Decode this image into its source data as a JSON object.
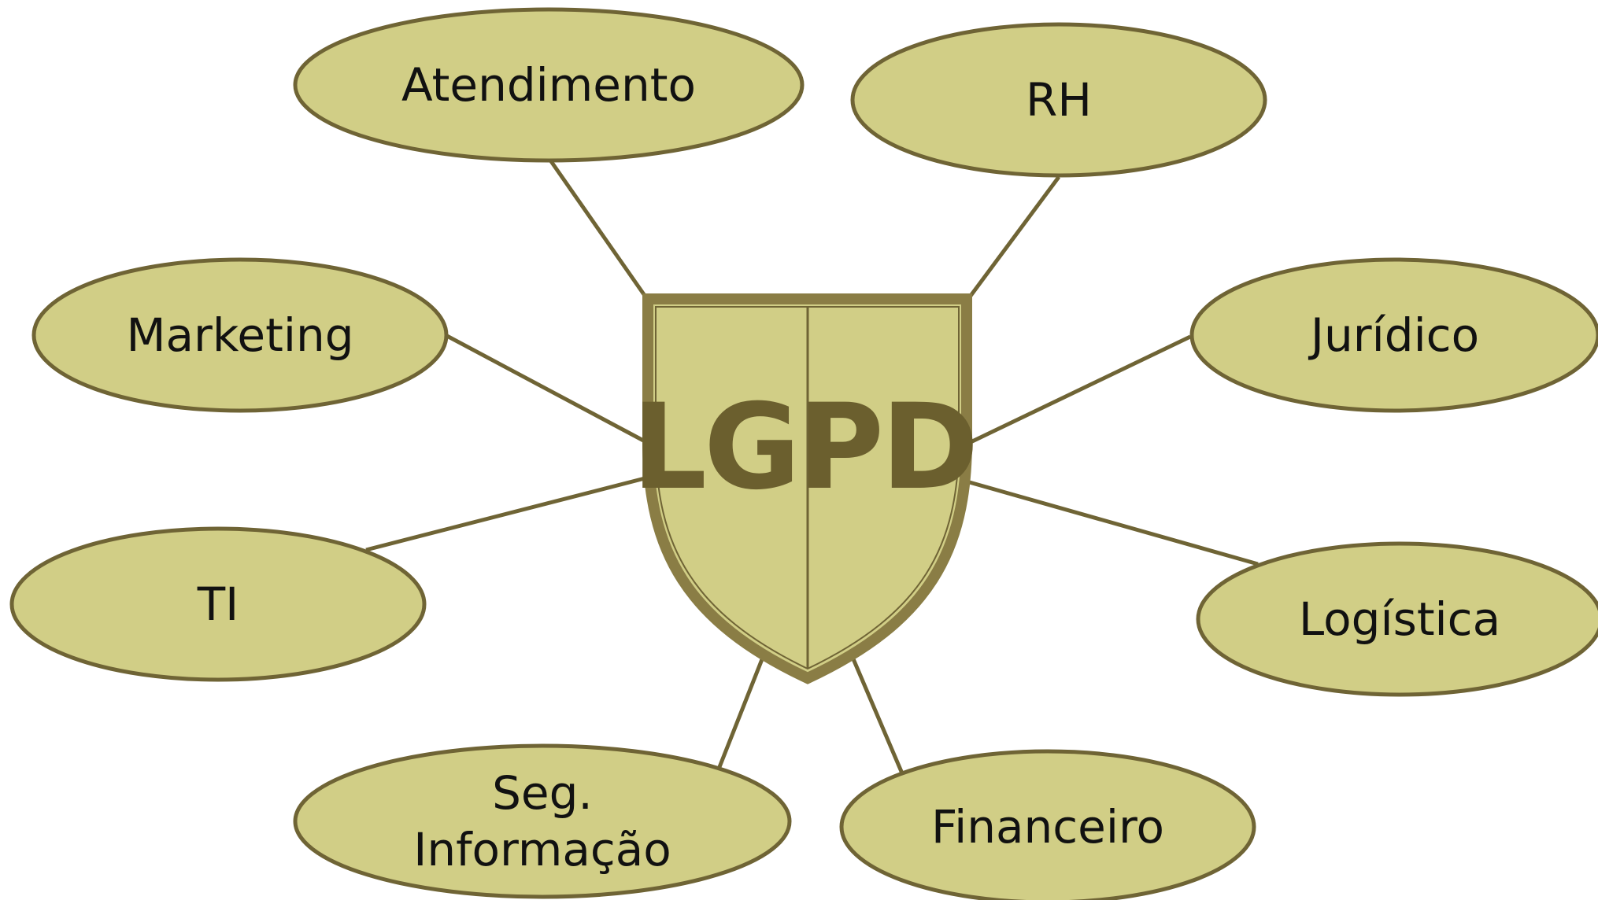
{
  "center": {
    "label": "LGPD"
  },
  "colors": {
    "fill": "#d1ce86",
    "stroke": "#6f6435",
    "shield_stroke": "#8a7d45",
    "center_text": "#6b5f2e"
  },
  "nodes": [
    {
      "id": "atendimento",
      "lines": [
        "Atendimento"
      ]
    },
    {
      "id": "rh",
      "lines": [
        "RH"
      ]
    },
    {
      "id": "marketing",
      "lines": [
        "Marketing"
      ]
    },
    {
      "id": "juridico",
      "lines": [
        "Jurídico"
      ]
    },
    {
      "id": "ti",
      "lines": [
        "TI"
      ]
    },
    {
      "id": "logistica",
      "lines": [
        "Logística"
      ]
    },
    {
      "id": "seg-informacao",
      "lines": [
        "Seg.",
        "Informação"
      ]
    },
    {
      "id": "financeiro",
      "lines": [
        "Financeiro"
      ]
    }
  ]
}
